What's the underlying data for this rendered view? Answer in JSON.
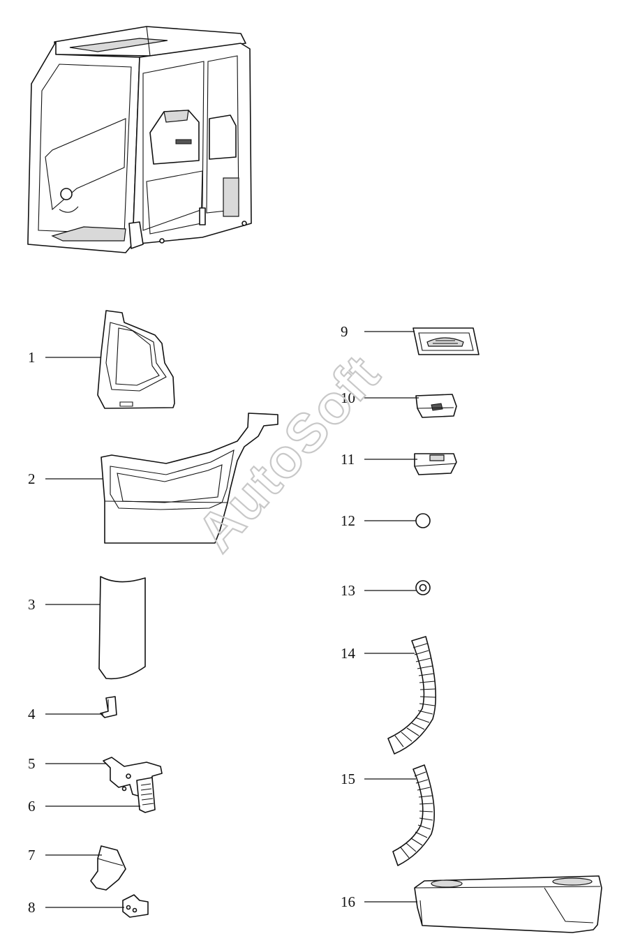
{
  "watermark": "AutoSoft",
  "callouts": [
    {
      "id": "1",
      "label": "1"
    },
    {
      "id": "2",
      "label": "2"
    },
    {
      "id": "3",
      "label": "3"
    },
    {
      "id": "4",
      "label": "4"
    },
    {
      "id": "5",
      "label": "5"
    },
    {
      "id": "6",
      "label": "6"
    },
    {
      "id": "7",
      "label": "7"
    },
    {
      "id": "8",
      "label": "8"
    },
    {
      "id": "9",
      "label": "9"
    },
    {
      "id": "10",
      "label": "10"
    },
    {
      "id": "11",
      "label": "11"
    },
    {
      "id": "12",
      "label": "12"
    },
    {
      "id": "13",
      "label": "13"
    },
    {
      "id": "14",
      "label": "14"
    },
    {
      "id": "15",
      "label": "15"
    },
    {
      "id": "16",
      "label": "16"
    }
  ]
}
